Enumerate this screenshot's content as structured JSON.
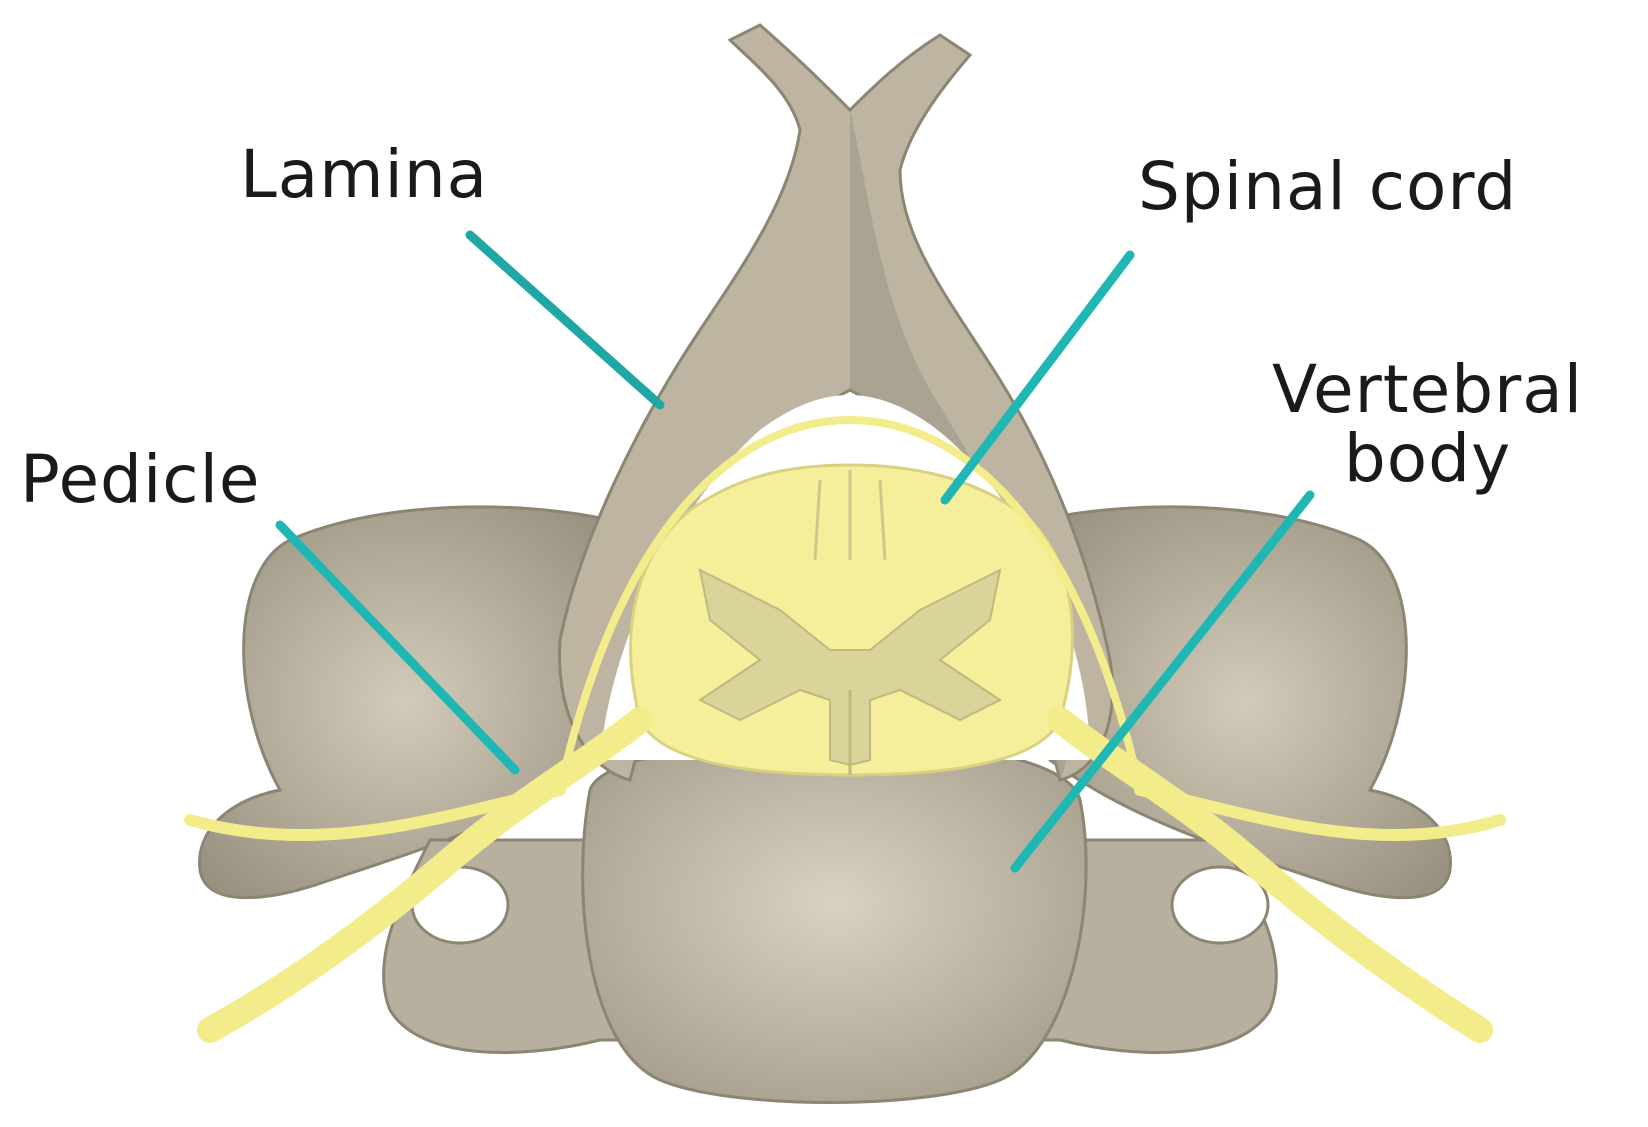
{
  "labels": {
    "lamina": "Lamina",
    "spinal_cord": "Spinal cord",
    "vertebral_body_line1": "Vertebral",
    "vertebral_body_line2": "body",
    "pedicle": "Pedicle"
  },
  "colors": {
    "bone": "#c9c2b0",
    "bone_shadow": "#9c9483",
    "spinal_cord": "#f5ef9c",
    "gray_matter": "#d9d49a",
    "nerve": "#f2ec8a",
    "pointer": "#1fb0ae"
  }
}
